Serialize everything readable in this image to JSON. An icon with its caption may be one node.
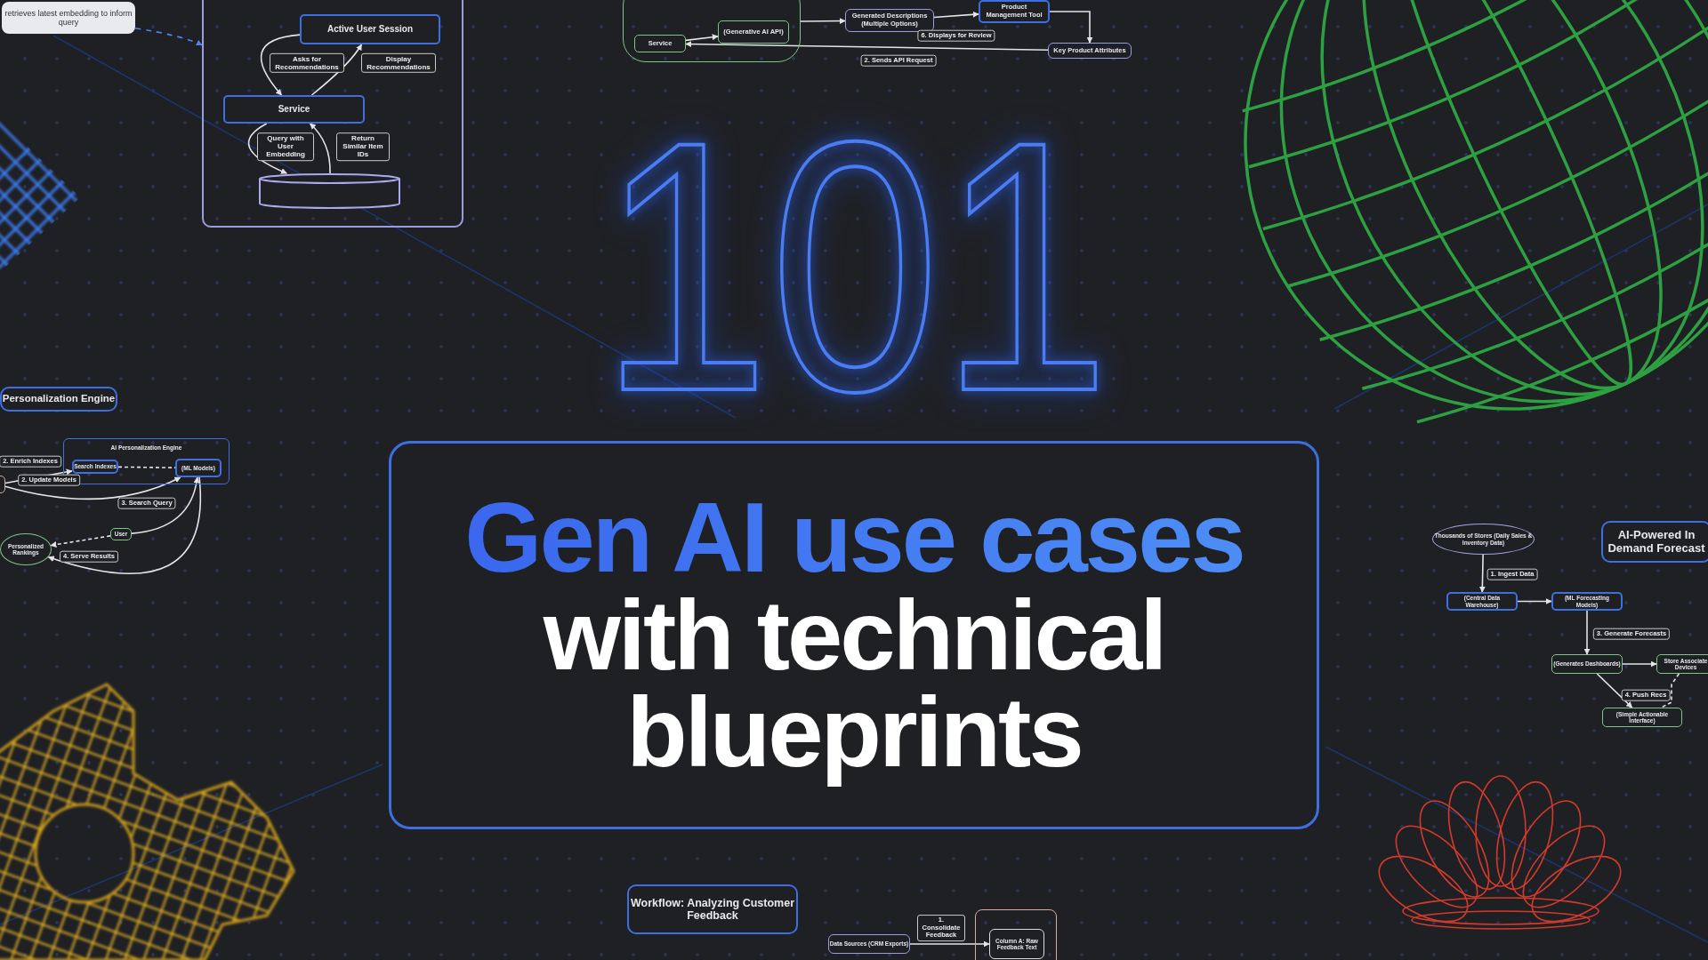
{
  "diagram": {
    "nodes": [
      {
        "text": [
          "Gen AI use cases",
          "with technical blueprints"
        ]
      },
      {
        "text": [],
        "shape": "box"
      },
      {
        "text": [
          "Active User Session"
        ],
        "in": 1
      },
      {
        "text": [
          "Service"
        ],
        "in": 1
      },
      {
        "text": [],
        "shape": "cylinder",
        "in": 1
      },
      {
        "text": [
          "retrieves latest embedding to inform query"
        ]
      },
      {
        "text": [],
        "shape": "box"
      },
      {
        "text": [
          "Service"
        ],
        "in": 6
      },
      {
        "text": [
          "(Generative AI API)"
        ],
        "in": 6
      },
      {
        "text": [
          "Generated Descriptions (Multiple Options)"
        ]
      },
      {
        "text": [
          "Product Management Tool"
        ]
      },
      {
        "text": [
          "Key Product Attributes"
        ]
      },
      {
        "text": [
          "Personalization Engine"
        ]
      },
      {
        "text": [
          "AI Personalization Engine"
        ]
      },
      {
        "text": [
          "Search Indexes"
        ],
        "in": 13
      },
      {
        "text": [
          "(ML Models)"
        ],
        "in": 13
      },
      {
        "text": [],
        "shape": "box"
      },
      {
        "text": [
          "User"
        ]
      },
      {
        "text": [
          "Personalized Rankings"
        ]
      },
      {
        "text": [
          "Thousands of Stores (Daily Sales & Inventory Data)"
        ]
      },
      {
        "text": [
          "AI-Powered In Demand Forecast"
        ]
      },
      {
        "text": [
          "(Central Data Warehouse)"
        ]
      },
      {
        "text": [
          "(ML Forecasting Models)"
        ]
      },
      {
        "text": [
          "(Generates Dashboards)"
        ]
      },
      {
        "text": [
          "Store Associate Devices"
        ]
      },
      {
        "text": [
          "(Simple Actionable Interface)"
        ]
      },
      {
        "text": [
          "Workflow: Analyzing Customer Feedback"
        ]
      },
      {
        "text": [
          "Data Sources (CRM Exports)"
        ]
      },
      {
        "text": [],
        "shape": "box"
      },
      {
        "text": [
          "Column A: Raw Feedback Text"
        ],
        "in": 28
      }
    ],
    "edges": [
      {
        "from": 2,
        "to": 3,
        "arrow": "to",
        "label": "Asks for Recommendations"
      },
      {
        "from": 3,
        "to": 2,
        "arrow": "to",
        "label": "Display Recommendations"
      },
      {
        "from": 3,
        "to": 4,
        "arrow": "to",
        "label": "Query with User Embedding"
      },
      {
        "from": 4,
        "to": 3,
        "arrow": "to",
        "label": "Return Similar Item IDs"
      },
      {
        "from": 5,
        "to": 1,
        "arrow": "to",
        "style": "dashed",
        "color": "#4d84f0"
      },
      {
        "from": 7,
        "to": 8,
        "arrow": "to"
      },
      {
        "from": 6,
        "to": 9,
        "arrow": "to"
      },
      {
        "from": 9,
        "to": 10,
        "arrow": "to",
        "label": "6. Displays for Review"
      },
      {
        "from": 10,
        "to": 11,
        "arrow": "to"
      },
      {
        "from": 11,
        "to": 7,
        "arrow": "to",
        "label": "2. Sends API Request"
      },
      {
        "from": 16,
        "to": 14,
        "arrow": "to",
        "label": "2. Enrich Indexes"
      },
      {
        "from": 16,
        "to": 15,
        "arrow": "to",
        "label": "2. Update Models"
      },
      {
        "from": 14,
        "to": 15,
        "arrow": "none",
        "style": "dashed"
      },
      {
        "from": 17,
        "to": 15,
        "arrow": "to",
        "label": "3. Search Query"
      },
      {
        "from": 15,
        "to": 18,
        "arrow": "to",
        "label": "4. Serve Results"
      },
      {
        "from": 17,
        "to": 18,
        "arrow": "to",
        "style": "dashed"
      },
      {
        "from": 19,
        "to": 21,
        "arrow": "to",
        "label": "1. Ingest Data"
      },
      {
        "from": 21,
        "to": 22,
        "arrow": "to"
      },
      {
        "from": 22,
        "to": 23,
        "arrow": "to",
        "label": "3. Generate Forecasts"
      },
      {
        "from": 23,
        "to": 24,
        "arrow": "to"
      },
      {
        "from": 23,
        "to": 25,
        "arrow": "to",
        "label": "4. Push Recs"
      },
      {
        "from": 24,
        "to": 25,
        "arrow": "none",
        "style": "dashed"
      },
      {
        "from": 27,
        "to": 29,
        "arrow": "to",
        "label": "1. Consolidate Feedback"
      }
    ],
    "labels": [
      "101"
    ]
  }
}
